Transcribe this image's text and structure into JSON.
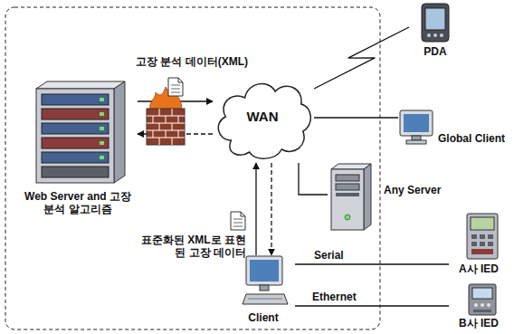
{
  "diagram": {
    "nodes": [
      {
        "text": [
          "WAN"
        ]
      },
      {
        "text": [
          "Web Server and 고장 분석 알고리즘"
        ]
      },
      {
        "text": [
          "PDA"
        ]
      },
      {
        "text": [
          "Global Client"
        ]
      },
      {
        "text": [
          "Any Server"
        ]
      },
      {
        "text": [
          "A사 IED"
        ]
      },
      {
        "text": [
          "B사 IED"
        ]
      },
      {
        "text": [
          "Client"
        ]
      }
    ],
    "edges": [
      {
        "from": 1,
        "to": 0,
        "arrow": "to"
      },
      {
        "from": 0,
        "to": 1,
        "arrow": "to"
      },
      {
        "from": 0,
        "to": 2,
        "arrow": "none"
      },
      {
        "from": 0,
        "to": 3,
        "arrow": "none"
      },
      {
        "from": 0,
        "to": 4,
        "arrow": "none"
      },
      {
        "from": 7,
        "to": 0,
        "arrow": "to"
      },
      {
        "from": 0,
        "to": 7,
        "arrow": "to"
      },
      {
        "from": 7,
        "to": 5,
        "arrow": "none",
        "label": "Serial"
      },
      {
        "from": 7,
        "to": 6,
        "arrow": "none",
        "label": "Ethernet"
      }
    ],
    "labels": [
      "고장 분석 데이터(XML)",
      "표준화된 XML로 표현된 고장 데이터"
    ]
  }
}
